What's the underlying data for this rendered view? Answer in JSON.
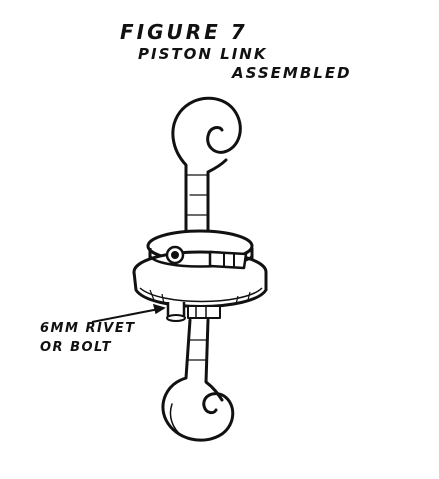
{
  "figure": {
    "title": "FIGURE 7",
    "subtitle_line1": "PISTON LINK",
    "subtitle_line2": "ASSEMBLED"
  },
  "callout": {
    "line1": "6MM RIVET",
    "line2": "OR BOLT"
  }
}
